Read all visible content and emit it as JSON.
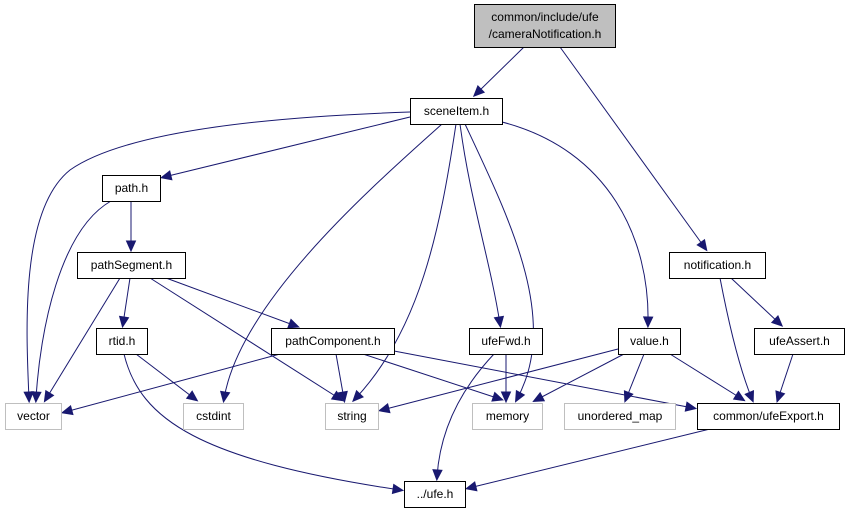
{
  "diagram": {
    "type": "include-dependency-graph",
    "edge_color": "#191970",
    "root_fill": "#bfbfbf",
    "external_border": "#bfbfbf",
    "nodes": [
      {
        "id": "root",
        "kind": "root",
        "lines": [
          "common/include/ufe",
          "/cameraNotification.h"
        ]
      },
      {
        "id": "sceneItem",
        "kind": "doc",
        "lines": [
          "sceneItem.h"
        ]
      },
      {
        "id": "path",
        "kind": "doc",
        "lines": [
          "path.h"
        ]
      },
      {
        "id": "pathSegment",
        "kind": "doc",
        "lines": [
          "pathSegment.h"
        ]
      },
      {
        "id": "rtid",
        "kind": "doc",
        "lines": [
          "rtid.h"
        ]
      },
      {
        "id": "pathComponent",
        "kind": "doc",
        "lines": [
          "pathComponent.h"
        ]
      },
      {
        "id": "ufeFwd",
        "kind": "doc",
        "lines": [
          "ufeFwd.h"
        ]
      },
      {
        "id": "value",
        "kind": "doc",
        "lines": [
          "value.h"
        ]
      },
      {
        "id": "notification",
        "kind": "doc",
        "lines": [
          "notification.h"
        ]
      },
      {
        "id": "ufeAssert",
        "kind": "doc",
        "lines": [
          "ufeAssert.h"
        ]
      },
      {
        "id": "ufeExport",
        "kind": "doc",
        "lines": [
          "common/ufeExport.h"
        ]
      },
      {
        "id": "ufe",
        "kind": "doc",
        "lines": [
          "../ufe.h"
        ]
      },
      {
        "id": "vector",
        "kind": "ext",
        "lines": [
          "vector"
        ]
      },
      {
        "id": "cstdint",
        "kind": "ext",
        "lines": [
          "cstdint"
        ]
      },
      {
        "id": "string",
        "kind": "ext",
        "lines": [
          "string"
        ]
      },
      {
        "id": "memory",
        "kind": "ext",
        "lines": [
          "memory"
        ]
      },
      {
        "id": "unordered_map",
        "kind": "ext",
        "lines": [
          "unordered_map"
        ]
      }
    ],
    "edges": [
      {
        "from": "root",
        "to": "sceneItem"
      },
      {
        "from": "root",
        "to": "notification"
      },
      {
        "from": "sceneItem",
        "to": "vector"
      },
      {
        "from": "sceneItem",
        "to": "path"
      },
      {
        "from": "sceneItem",
        "to": "cstdint"
      },
      {
        "from": "sceneItem",
        "to": "string"
      },
      {
        "from": "sceneItem",
        "to": "ufeFwd"
      },
      {
        "from": "sceneItem",
        "to": "memory"
      },
      {
        "from": "sceneItem",
        "to": "value"
      },
      {
        "from": "path",
        "to": "vector"
      },
      {
        "from": "path",
        "to": "pathSegment"
      },
      {
        "from": "pathSegment",
        "to": "vector"
      },
      {
        "from": "pathSegment",
        "to": "rtid"
      },
      {
        "from": "pathSegment",
        "to": "string"
      },
      {
        "from": "pathSegment",
        "to": "pathComponent"
      },
      {
        "from": "rtid",
        "to": "cstdint"
      },
      {
        "from": "rtid",
        "to": "ufe"
      },
      {
        "from": "pathComponent",
        "to": "vector"
      },
      {
        "from": "pathComponent",
        "to": "string"
      },
      {
        "from": "pathComponent",
        "to": "memory"
      },
      {
        "from": "pathComponent",
        "to": "ufeExport"
      },
      {
        "from": "ufeFwd",
        "to": "memory"
      },
      {
        "from": "ufeFwd",
        "to": "ufe"
      },
      {
        "from": "value",
        "to": "string"
      },
      {
        "from": "value",
        "to": "memory"
      },
      {
        "from": "value",
        "to": "unordered_map"
      },
      {
        "from": "value",
        "to": "ufeExport"
      },
      {
        "from": "notification",
        "to": "ufeExport"
      },
      {
        "from": "notification",
        "to": "ufeAssert"
      },
      {
        "from": "ufeAssert",
        "to": "ufeExport"
      },
      {
        "from": "ufeExport",
        "to": "ufe"
      }
    ]
  }
}
